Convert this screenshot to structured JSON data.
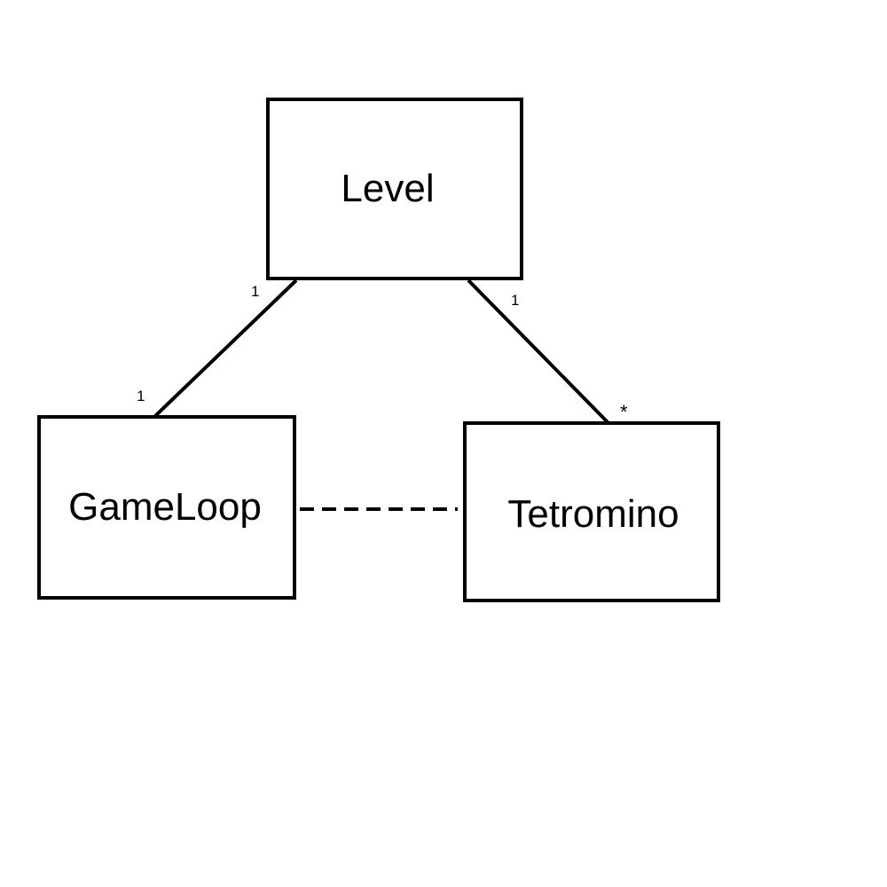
{
  "classes": {
    "level": {
      "name": "Level"
    },
    "gameloop": {
      "name": "GameLoop"
    },
    "tetromino": {
      "name": "Tetromino"
    }
  },
  "associations": [
    {
      "from": "Level",
      "to": "GameLoop",
      "from_multiplicity": "1",
      "to_multiplicity": "1",
      "style": "solid"
    },
    {
      "from": "Level",
      "to": "Tetromino",
      "from_multiplicity": "1",
      "to_multiplicity": "*",
      "style": "solid"
    },
    {
      "from": "GameLoop",
      "to": "Tetromino",
      "style": "dashed"
    }
  ],
  "colors": {
    "stroke": "#000000",
    "background": "#ffffff"
  }
}
